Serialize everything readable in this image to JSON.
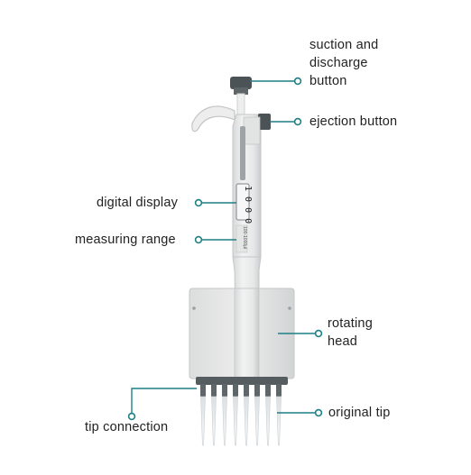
{
  "labels": {
    "suction_button": "suction and\ndischarge\nbutton",
    "ejection_button": "ejection button",
    "digital_display": "digital display",
    "measuring_range": "measuring range",
    "rotating_head": "rotating\nhead",
    "tip_connection": "tip connection",
    "original_tip": "original tip"
  },
  "display_reading": "1 0 0 0",
  "range_marking": "100-1000µl",
  "colors": {
    "callout": "#1f7f86",
    "body": "#e9eaea",
    "body_shade": "#cfd1d2",
    "button": "#4b5357",
    "text": "#222222"
  }
}
